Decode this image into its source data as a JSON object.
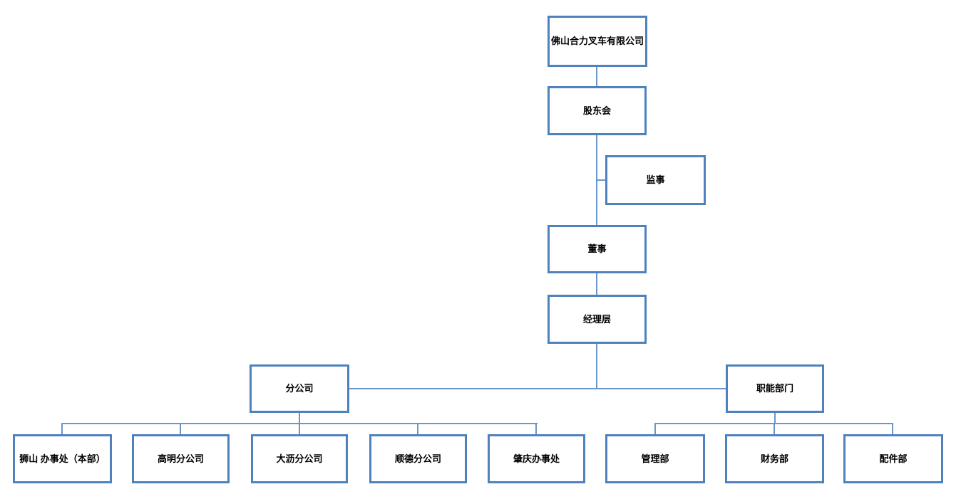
{
  "colors": {
    "box_border": "#4F81BD",
    "connector": "#6B96C9",
    "text": "#000000",
    "background": "#FFFFFF"
  },
  "nodes": {
    "company": {
      "label": "佛山合力叉车有限公司"
    },
    "shareholders": {
      "label": "股东会"
    },
    "supervisor": {
      "label": "监事"
    },
    "director": {
      "label": "董事"
    },
    "management": {
      "label": "经理层"
    },
    "branches": {
      "label": "分公司"
    },
    "functional": {
      "label": "职能部门"
    },
    "shishan_office": {
      "label": "狮山 办事处（本部）"
    },
    "gaoming_branch": {
      "label": "高明分公司"
    },
    "dali_branch": {
      "label": "大沥分公司"
    },
    "shunde_branch": {
      "label": "顺德分公司"
    },
    "zhaoqing_office": {
      "label": "肇庆办事处"
    },
    "management_dept": {
      "label": "管理部"
    },
    "finance_dept": {
      "label": "财务部"
    },
    "parts_dept": {
      "label": "配件部"
    }
  },
  "diagram": {
    "type": "org-chart",
    "edges": [
      [
        "company",
        "shareholders"
      ],
      [
        "shareholders",
        "supervisor"
      ],
      [
        "shareholders",
        "director"
      ],
      [
        "director",
        "management"
      ],
      [
        "management",
        "branches"
      ],
      [
        "management",
        "functional"
      ],
      [
        "branches",
        "shishan_office"
      ],
      [
        "branches",
        "gaoming_branch"
      ],
      [
        "branches",
        "dali_branch"
      ],
      [
        "branches",
        "shunde_branch"
      ],
      [
        "branches",
        "zhaoqing_office"
      ],
      [
        "functional",
        "management_dept"
      ],
      [
        "functional",
        "finance_dept"
      ],
      [
        "functional",
        "parts_dept"
      ]
    ]
  }
}
